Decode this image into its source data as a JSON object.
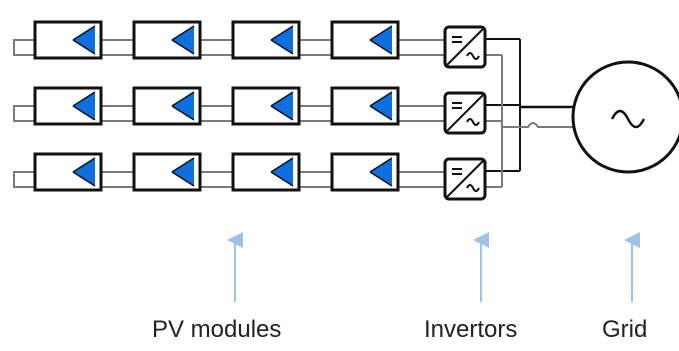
{
  "diagram": {
    "labels": {
      "pv_modules": "PV modules",
      "invertors": "Invertors",
      "grid": "Grid"
    },
    "strings": [
      {
        "module_count": 4
      },
      {
        "module_count": 4
      },
      {
        "module_count": 4
      }
    ],
    "inverter_count": 3,
    "grid_symbol": "ac-sine-icon",
    "colors": {
      "module_triangle": "#0d6fe0",
      "wire": "#7a7a7a",
      "outline": "#111111",
      "arrow": "#9dc3e6"
    }
  }
}
